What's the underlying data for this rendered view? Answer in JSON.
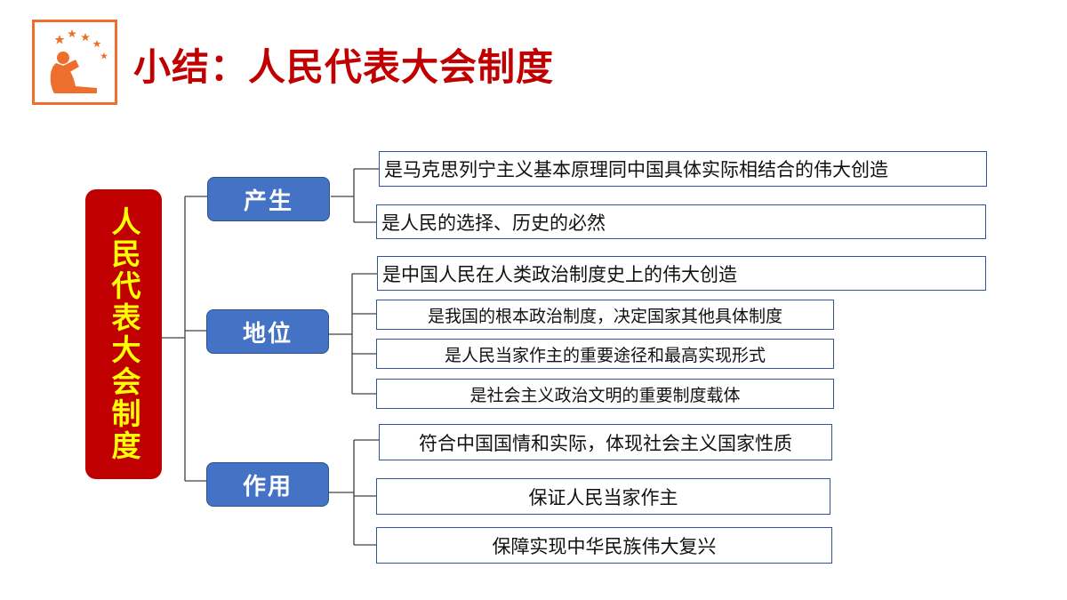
{
  "title": "小结：人民代表大会制度",
  "root": "人民代表大会制度",
  "colors": {
    "title": "#c00000",
    "root_bg": "#c00000",
    "root_text": "#ffff00",
    "node_bg": "#4472c4",
    "leaf_border": "#2f5597",
    "logo": "#ee6f2d"
  },
  "branches": [
    {
      "label": "产生",
      "items": [
        "是马克思列宁主义基本原理同中国具体实际相结合的伟大创造",
        "是人民的选择、历史的必然"
      ]
    },
    {
      "label": "地位",
      "items": [
        "是中国人民在人类政治制度史上的伟大创造",
        "是我国的根本政治制度，决定国家其他具体制度",
        "是人民当家作主的重要途径和最高实现形式",
        "是社会主义政治文明的重要制度载体"
      ]
    },
    {
      "label": "作用",
      "items": [
        "符合中国国情和实际，体现社会主义国家性质",
        "保证人民当家作主",
        "保障实现中华民族伟大复兴"
      ]
    }
  ]
}
